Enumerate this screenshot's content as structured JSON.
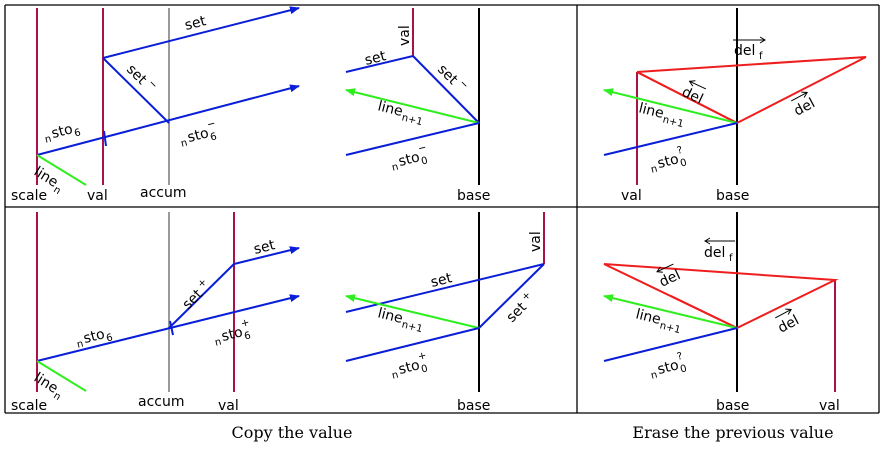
{
  "labels": {
    "scale": "scale",
    "val": "val",
    "accum": "accum",
    "base": "base",
    "set": "set",
    "set_minus": "set",
    "set_plus": "set",
    "minus": "−",
    "plus": "+",
    "line": "line",
    "sub_n": "n",
    "sub_n1": "n+1",
    "sto": "sto",
    "sub_6": "6",
    "sub_0": "0",
    "del": "del",
    "sub_f": "f",
    "question": "?"
  },
  "captions": {
    "left": "Copy the value",
    "right": "Erase the previous value"
  },
  "colors": {
    "blue": "#0a1ed8",
    "green": "#2fee1f",
    "red": "#ef1e1e",
    "crimson": "#a8124a",
    "gray": "#9a9a9a",
    "black": "#000000"
  }
}
